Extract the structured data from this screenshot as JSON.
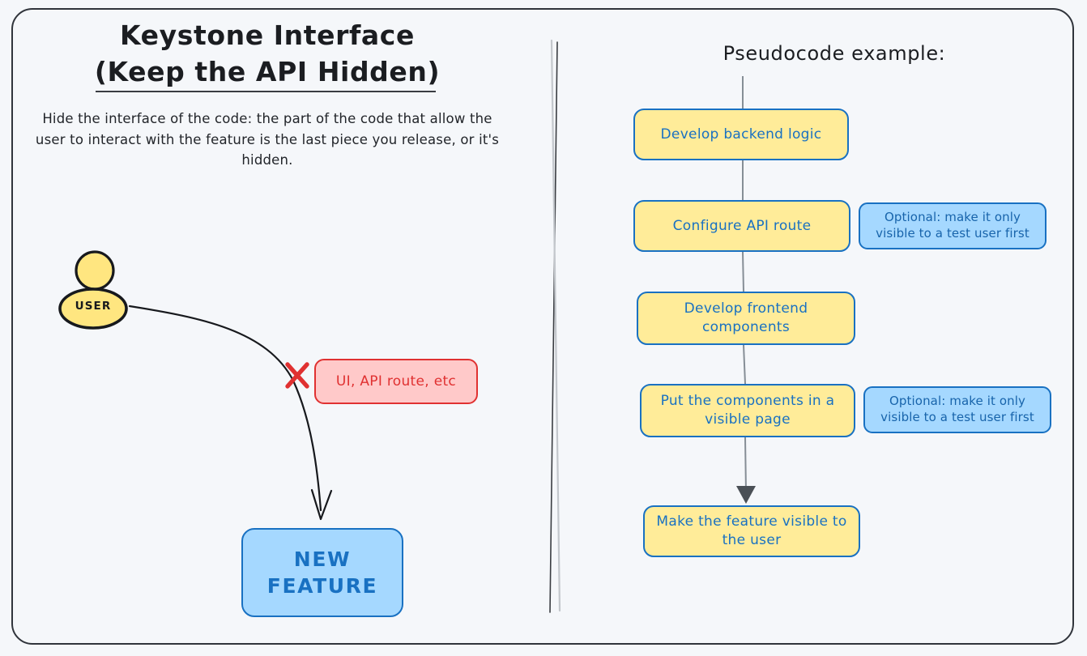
{
  "page": {
    "background": "#f5f7fa",
    "frame_border": "#30343b"
  },
  "left_panel": {
    "title_line1": "Keystone Interface",
    "title_line2": "(Keep the API Hidden)",
    "subtitle": "Hide the interface of the code: the part of the code that allow the user to interact with the feature is the last piece you release, or it's hidden.",
    "user_actor": {
      "label": "USER",
      "fill": "#ffe680",
      "stroke": "#1a1a1a"
    },
    "blocked_label": {
      "text": "UI, API route, etc",
      "fill": "#ffc9c9",
      "stroke": "#e03131",
      "marker": "red-x-icon"
    },
    "outcome_node": {
      "line1": "NEW",
      "line2": "FEATURE",
      "fill": "#a5d8ff",
      "stroke": "#1971c2"
    }
  },
  "right_panel": {
    "heading": "Pseudocode example:",
    "steps": [
      {
        "id": "n1",
        "text": "Develop backend logic"
      },
      {
        "id": "n2",
        "text": "Configure API route"
      },
      {
        "id": "n3",
        "text": "Develop frontend components"
      },
      {
        "id": "n4",
        "text": "Put the components in a visible page"
      },
      {
        "id": "n5",
        "text": "Make the feature visible to the user"
      }
    ],
    "notes": [
      {
        "id": "o2",
        "text": "Optional: make it only visible to a test user first",
        "attached_to": "n2"
      },
      {
        "id": "o4",
        "text": "Optional: make it only visible to a test user first",
        "attached_to": "n4"
      }
    ],
    "step_fill": "#ffec99",
    "step_stroke": "#1971c2",
    "note_fill": "#a5d8ff",
    "note_stroke": "#1971c2",
    "connector_color": "#868e96"
  }
}
